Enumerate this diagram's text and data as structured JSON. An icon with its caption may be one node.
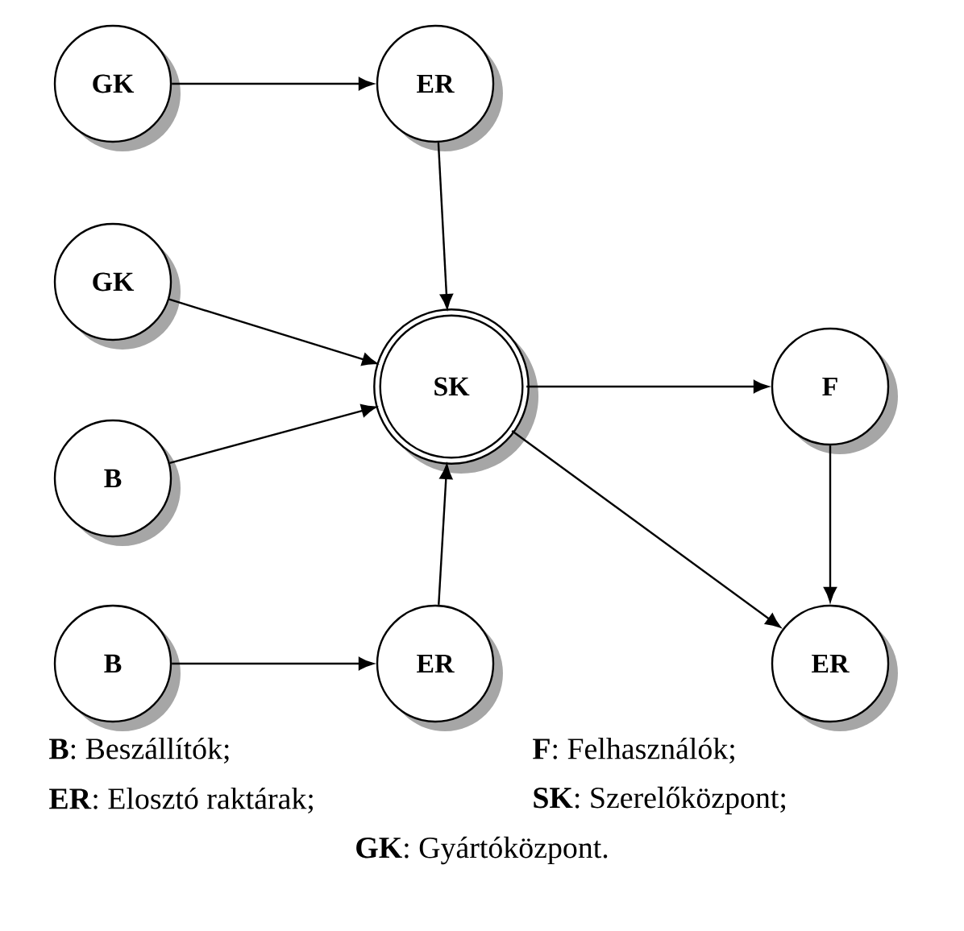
{
  "diagram": {
    "nodes": [
      {
        "text": [
          "GK"
        ]
      },
      {
        "text": [
          "ER"
        ]
      },
      {
        "text": [
          "GK"
        ]
      },
      {
        "text": [
          "SK"
        ]
      },
      {
        "text": [
          "B"
        ]
      },
      {
        "text": [
          "F"
        ]
      },
      {
        "text": [
          "B"
        ]
      },
      {
        "text": [
          "ER"
        ]
      },
      {
        "text": [
          "ER"
        ]
      }
    ],
    "edges": [
      {
        "from": 0,
        "to": 1,
        "arrow": "to"
      },
      {
        "from": 1,
        "to": 3,
        "arrow": "to"
      },
      {
        "from": 2,
        "to": 3,
        "arrow": "to"
      },
      {
        "from": 4,
        "to": 3,
        "arrow": "to"
      },
      {
        "from": 3,
        "to": 5,
        "arrow": "to"
      },
      {
        "from": 3,
        "to": 8,
        "arrow": "to"
      },
      {
        "from": 5,
        "to": 8,
        "arrow": "to"
      },
      {
        "from": 7,
        "to": 3,
        "arrow": "to"
      },
      {
        "from": 6,
        "to": 7,
        "arrow": "to"
      }
    ],
    "labels": [
      "**B**:   Beszállítók;",
      "**F**:   Felhasználók;",
      "**ER**: Elosztó raktárak;",
      "**SK**: Szerelőközpont;",
      "**GK**:  Gyártóközpont."
    ]
  }
}
